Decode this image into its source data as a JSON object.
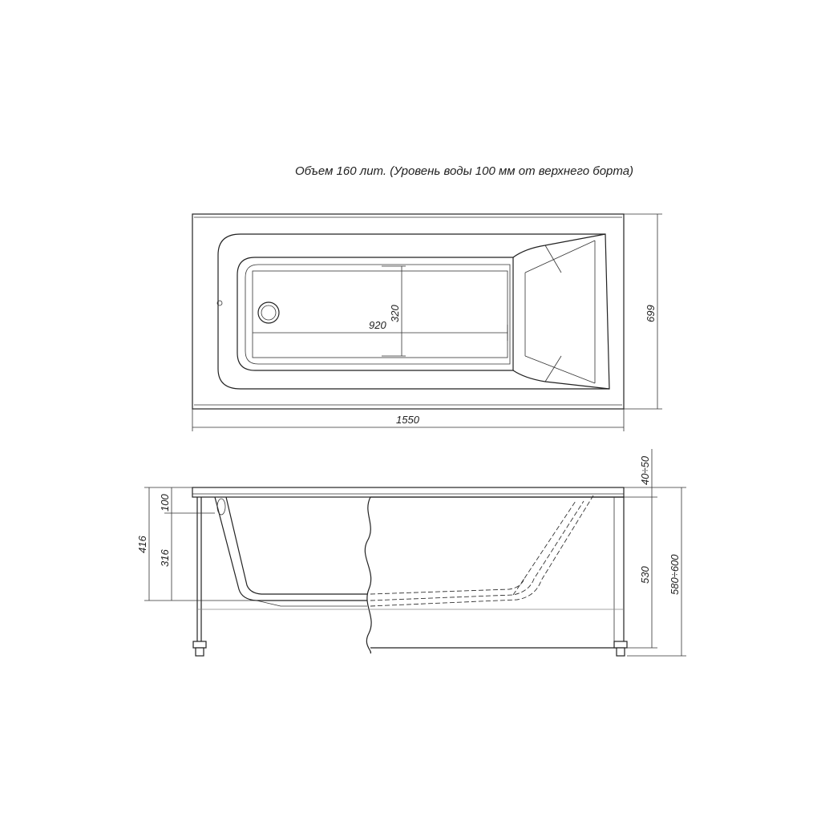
{
  "caption": "Объем 160 лит. (Уровень воды 100 мм от верхнего борта)",
  "top_view": {
    "length": "1550",
    "width": "699",
    "inner_length": "920",
    "inner_width": "320"
  },
  "side_view": {
    "water_level": "100",
    "bottom_depth": "316",
    "total_depth": "416",
    "rim_offset": "40÷50",
    "panel_height": "530",
    "total_height": "580÷600"
  }
}
